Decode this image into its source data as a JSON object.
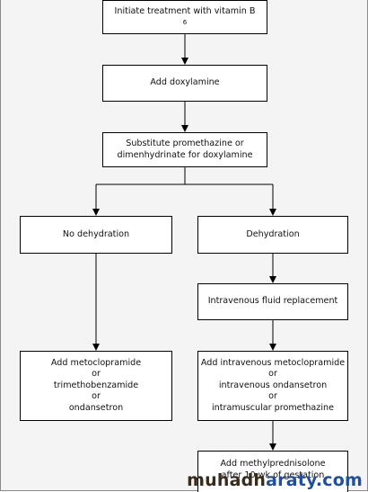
{
  "nodes": {
    "vitamin_b6": {
      "text": "Initiate treatment with vitamin B",
      "sub": "6"
    },
    "doxylamine": {
      "text": "Add doxylamine"
    },
    "substitute": {
      "lines": [
        "Substitute promethazine or",
        "dimenhydrinate for doxylamine"
      ]
    },
    "no_dehydration": {
      "text": "No dehydration"
    },
    "dehydration": {
      "text": "Dehydration"
    },
    "iv_fluid": {
      "text": "Intravenous fluid replacement"
    },
    "add_metoclopramide": {
      "lines": [
        "Add metoclopramide",
        "or",
        "trimethobenzamide",
        "or",
        "ondansetron"
      ]
    },
    "add_iv": {
      "lines": [
        "Add intravenous metoclopramide",
        "or",
        "intravenous ondansetron",
        "or",
        "intramuscular promethazine"
      ]
    },
    "methylprednisolone": {
      "lines": [
        "Add methylprednisolone",
        "after 10 wk of gestation"
      ]
    }
  },
  "watermark": {
    "part1": "muhadh",
    "part2": "araty.com"
  },
  "colors": {
    "line": "#000000",
    "box_fill": "#ffffff",
    "background": "#f4f4f4"
  }
}
